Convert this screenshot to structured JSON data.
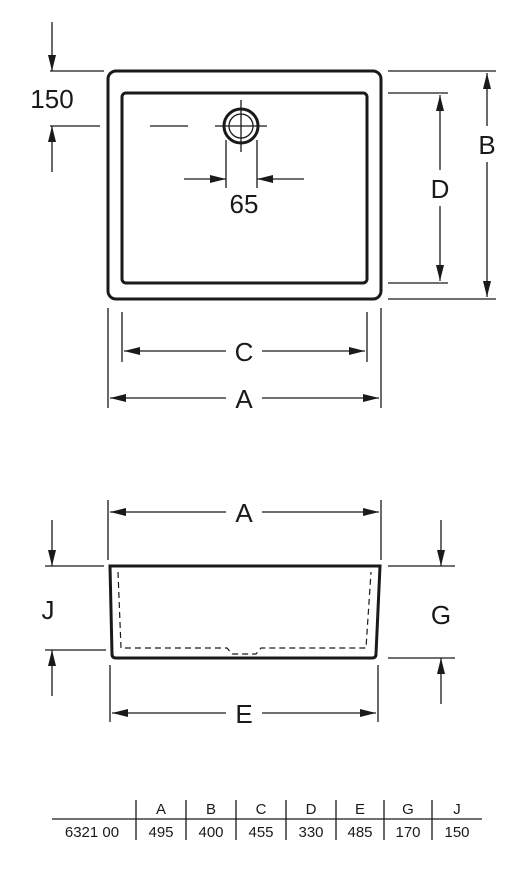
{
  "top_view": {
    "offset_label": "150",
    "drain_label": "65",
    "labels": {
      "A": "A",
      "B": "B",
      "C": "C",
      "D": "D"
    }
  },
  "side_view": {
    "labels": {
      "A": "A",
      "E": "E",
      "G": "G",
      "J": "J"
    }
  },
  "dimension_table": {
    "headers": [
      "",
      "A",
      "B",
      "C",
      "D",
      "E",
      "G",
      "J"
    ],
    "rows": [
      [
        "6321 00",
        "495",
        "400",
        "455",
        "330",
        "485",
        "170",
        "150"
      ]
    ]
  }
}
